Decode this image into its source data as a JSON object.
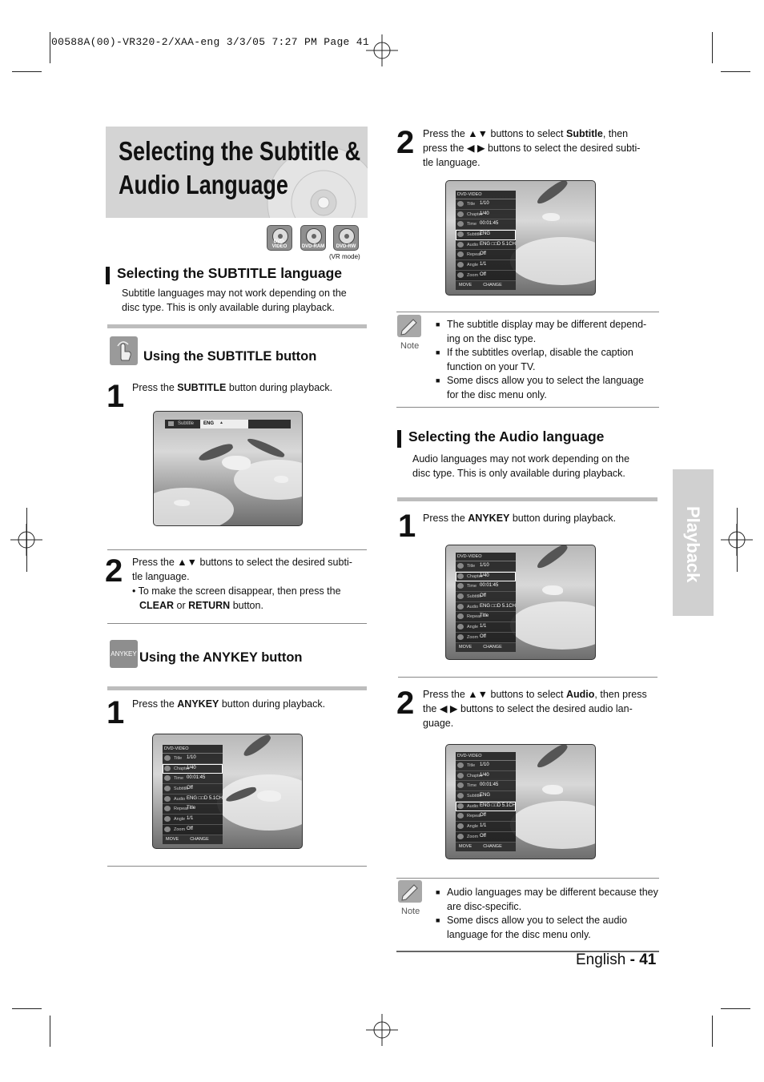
{
  "header": {
    "file_line": "00588A(00)-VR320-2/XAA-eng  3/3/05  7:27 PM  Page 41"
  },
  "title": {
    "line1": "Selecting the Subtitle &",
    "line2": "Audio Language"
  },
  "disc_icons": [
    {
      "label": "DVD-VIDEO",
      "icon": "dvd-video-disc-icon"
    },
    {
      "label": "DVD-RAM",
      "icon": "dvd-ram-disc-icon"
    },
    {
      "label": "DVD-RW",
      "icon": "dvd-rw-disc-icon"
    }
  ],
  "vr_mode": "(VR mode)",
  "left": {
    "subtitle_section": {
      "heading": "Selecting the SUBTITLE language",
      "intro_line1": "Subtitle languages may not work depending on the",
      "intro_line2": "disc type. This is only available during playback."
    },
    "subtitle_button": {
      "heading": "Using the SUBTITLE button",
      "step1": {
        "num": "1",
        "pre": "Press the ",
        "bold": "SUBTITLE",
        "post": " button during playback."
      },
      "osd_label": "Subtitle",
      "osd_value": "ENG",
      "step2": {
        "num": "2",
        "line1": "Press the ▲▼ buttons to select the desired subti-",
        "line2": "tle language.",
        "line3": "• To make the screen disappear, then press the",
        "line4_bold1": "CLEAR",
        "line4_mid": " or ",
        "line4_bold2": "RETURN",
        "line4_post": " button."
      }
    },
    "anykey_button": {
      "heading": "Using the ANYKEY button",
      "icon_label": "ANYKEY",
      "step1": {
        "num": "1",
        "pre": "Press the ",
        "bold": "ANYKEY",
        "post": " button during playback."
      }
    }
  },
  "osd": {
    "header": "DVD-VIDEO",
    "labels": [
      "Title",
      "Chapter",
      "Time",
      "Subtitle",
      "Audio",
      "Repeat",
      "Angle",
      "Zoom"
    ],
    "footer_move": "MOVE",
    "footer_change": "CHANGE",
    "left_anykey_values": [
      "1/10",
      "1/40",
      "00:01:45",
      "Off",
      "ENG  □□D  5.1CH",
      "Title",
      "1/1",
      "Off"
    ],
    "right_subtitle_values": [
      "1/10",
      "1/40",
      "00:01:45",
      "ENG",
      "ENG  □□D  5.1CH",
      "Off",
      "1/1",
      "Off"
    ],
    "right_anykey_values": [
      "1/10",
      "1/40",
      "00:01:45",
      "Off",
      "ENG  □□D  5.1CH",
      "Title",
      "1/1",
      "Off"
    ],
    "right_audio_values": [
      "1/10",
      "1/40",
      "00:01:45",
      "ENG",
      "ENG  □□D  5.1CH",
      "Off",
      "1/1",
      "Off"
    ]
  },
  "right": {
    "step2_subtitle": {
      "num": "2",
      "line1_pre": "Press the ▲▼ buttons to select ",
      "line1_bold": "Subtitle",
      "line1_post": ", then",
      "line2": "press the ◀ ▶ buttons to select the desired subti-",
      "line3": "tle language."
    },
    "note1": {
      "label": "Note",
      "items": [
        "The subtitle display may be different depend- ing on the disc type.",
        "If the subtitles overlap, disable the caption function on your TV.",
        "Some discs allow you to select the language for the disc menu only."
      ]
    },
    "audio_section": {
      "heading": "Selecting the Audio language",
      "intro_line1": "Audio languages may not work depending on the",
      "intro_line2": "disc type. This is only available during playback."
    },
    "step1_audio": {
      "num": "1",
      "pre": "Press the ",
      "bold": "ANYKEY",
      "post": " button during playback."
    },
    "step2_audio": {
      "num": "2",
      "line1_pre": "Press the ▲▼ buttons to select ",
      "line1_bold": "Audio",
      "line1_post": ", then press",
      "line2": "the ◀ ▶ buttons to select the desired audio lan-",
      "line3": "guage."
    },
    "note2": {
      "label": "Note",
      "items": [
        "Audio languages may be different because they are disc-specific.",
        "Some discs allow you to select the audio language for the disc menu only."
      ]
    }
  },
  "side_tab": "Playback",
  "footer": {
    "lang": "English",
    "page": "- 41"
  }
}
